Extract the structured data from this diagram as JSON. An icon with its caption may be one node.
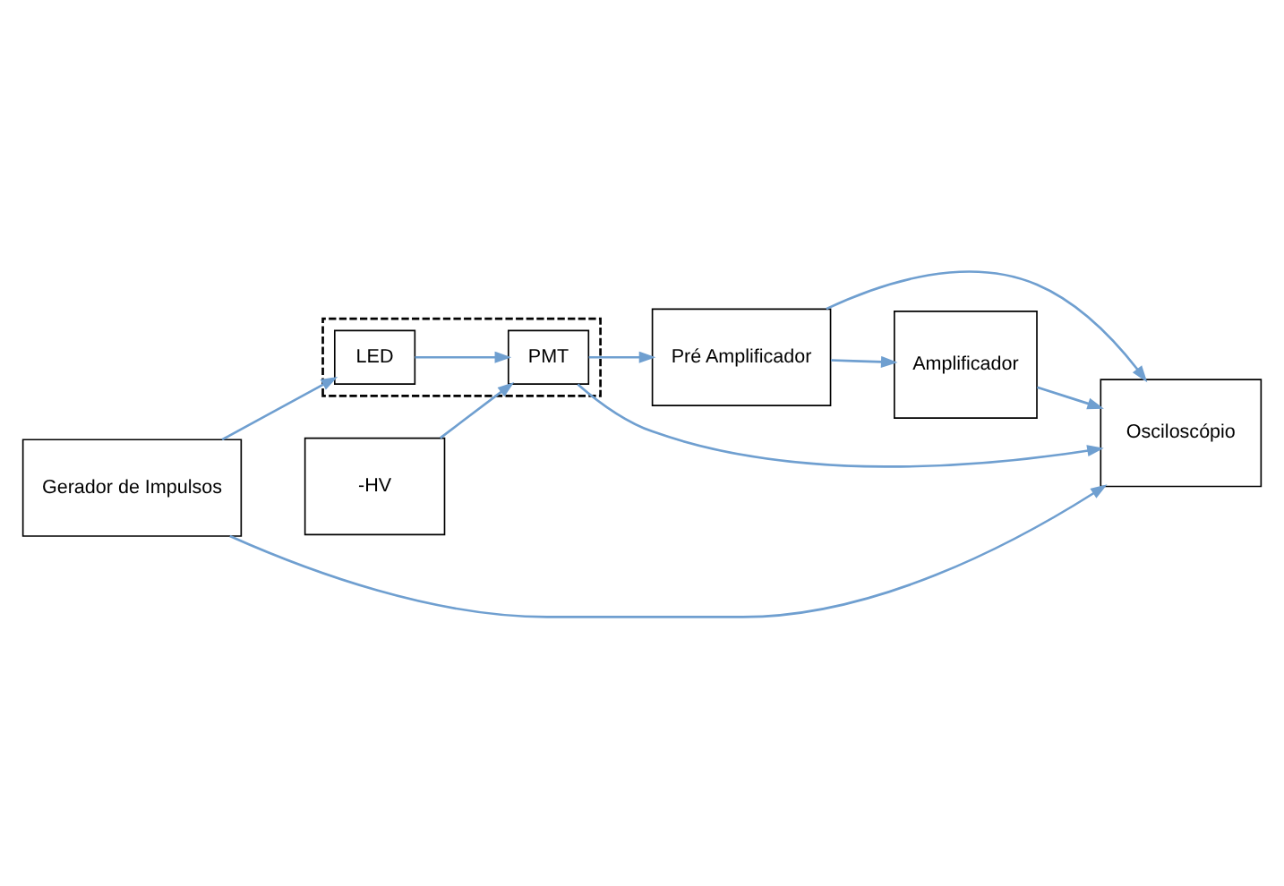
{
  "diagram": {
    "nodes": [
      {
        "text": [
          "Gerador de Impulsos"
        ]
      },
      {
        "text": [],
        "shape": "box"
      },
      {
        "text": [
          "LED"
        ],
        "in": 1
      },
      {
        "text": [
          "PMT"
        ],
        "in": 1
      },
      {
        "text": [
          "-HV"
        ]
      },
      {
        "text": [
          "Pré Amplificador"
        ]
      },
      {
        "text": [
          "Osciloscópio"
        ]
      },
      {
        "text": [
          "Amplificador"
        ]
      }
    ],
    "edges": [
      {
        "from": 0,
        "to": 2,
        "arrow": "to"
      },
      {
        "from": 0,
        "to": 6,
        "arrow": "to"
      },
      {
        "from": 2,
        "to": 3,
        "arrow": "to"
      },
      {
        "from": 4,
        "to": 3,
        "arrow": "to"
      },
      {
        "from": 3,
        "to": 5,
        "arrow": "to"
      },
      {
        "from": 3,
        "to": 6,
        "arrow": "to"
      },
      {
        "from": 5,
        "to": 7,
        "arrow": "to"
      },
      {
        "from": 5,
        "to": 6,
        "arrow": "to"
      },
      {
        "from": 7,
        "to": 6,
        "arrow": "to"
      }
    ]
  }
}
